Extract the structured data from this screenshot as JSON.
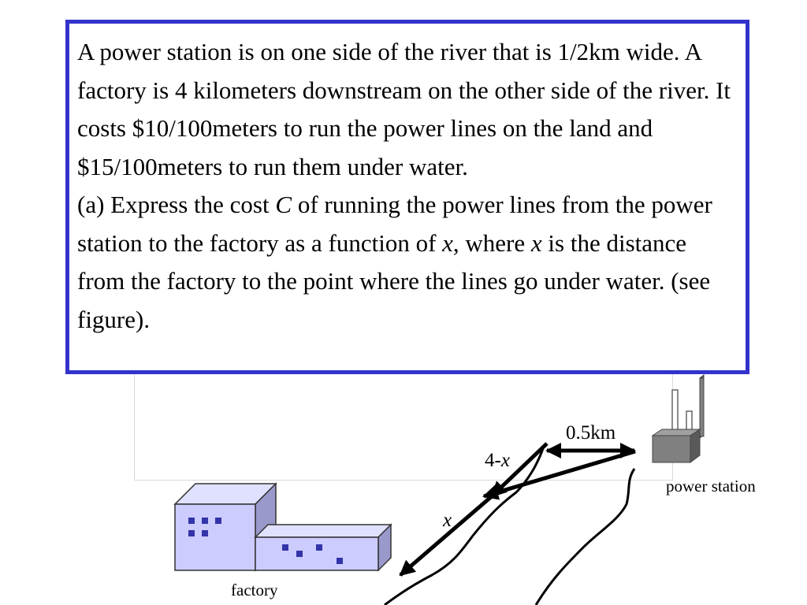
{
  "problem": {
    "para1": "A power station is on one side of the river that is 1/2km wide. A factory is 4 kilometers downstream on the other side of the river.  It costs $10/100meters to run the power lines on the land and $15/100meters to run them under water.",
    "para2_a": "(a) Express the cost ",
    "para2_var_c": "C",
    "para2_b": " of running the power lines from the power station to the factory as a function of ",
    "para2_var_x1": "x",
    "para2_c": ", where ",
    "para2_var_x2": "x",
    "para2_d": " is the distance from the factory to the point where the lines go under water. (see figure)."
  },
  "figure": {
    "label_width": "0.5km",
    "label_four_minus": "4-",
    "label_four_minus_x": "x",
    "label_x": "x",
    "label_power_station": "power station",
    "label_factory": "factory"
  },
  "colors": {
    "border": "#3333cc",
    "building_fill": "#ccccff",
    "window_fill": "#3333aa",
    "station_fill": "#808080"
  }
}
